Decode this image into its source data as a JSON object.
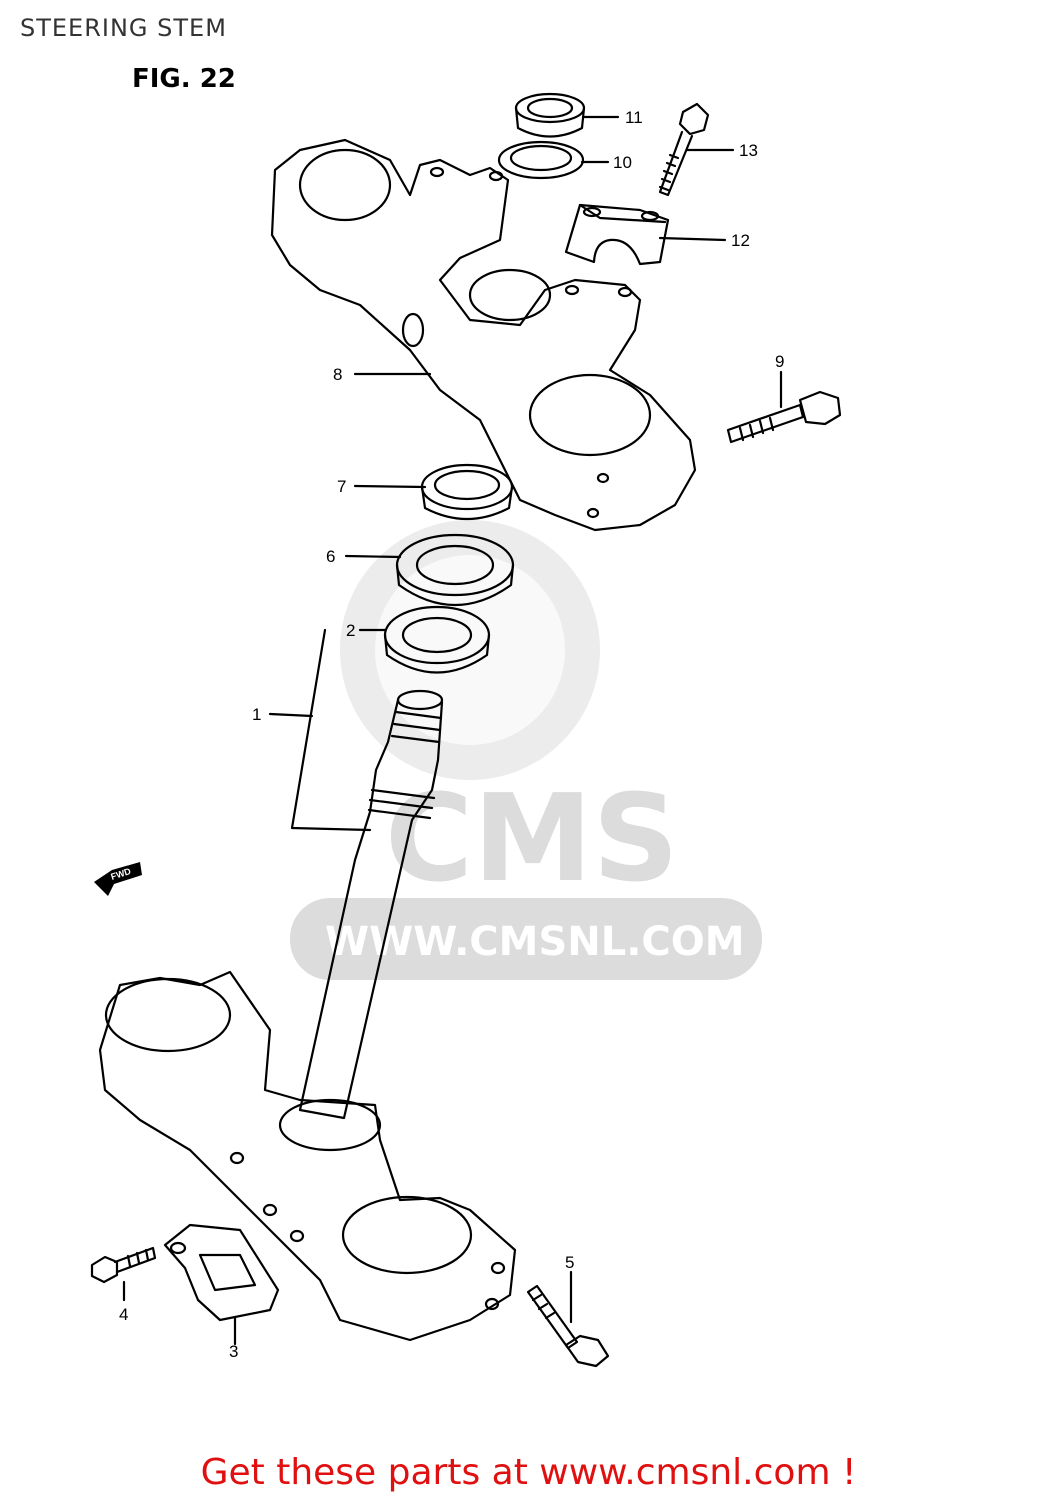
{
  "header": {
    "title": "STEERING STEM",
    "figure": "FIG. 22"
  },
  "watermark": {
    "logo": "CMS",
    "url": "WWW.CMSNL.COM"
  },
  "direction_badge": "FWD",
  "callouts": [
    {
      "id": "1",
      "label": "1"
    },
    {
      "id": "2",
      "label": "2"
    },
    {
      "id": "3",
      "label": "3"
    },
    {
      "id": "4",
      "label": "4"
    },
    {
      "id": "5",
      "label": "5"
    },
    {
      "id": "6",
      "label": "6"
    },
    {
      "id": "7",
      "label": "7"
    },
    {
      "id": "8",
      "label": "8"
    },
    {
      "id": "9",
      "label": "9"
    },
    {
      "id": "10",
      "label": "10"
    },
    {
      "id": "11",
      "label": "11"
    },
    {
      "id": "12",
      "label": "12"
    },
    {
      "id": "13",
      "label": "13"
    }
  ],
  "footer": {
    "text": "Get these parts at www.cmsnl.com !"
  },
  "colors": {
    "footer": "#e01010",
    "line": "#000000",
    "watermark": "#dcdcdc"
  }
}
